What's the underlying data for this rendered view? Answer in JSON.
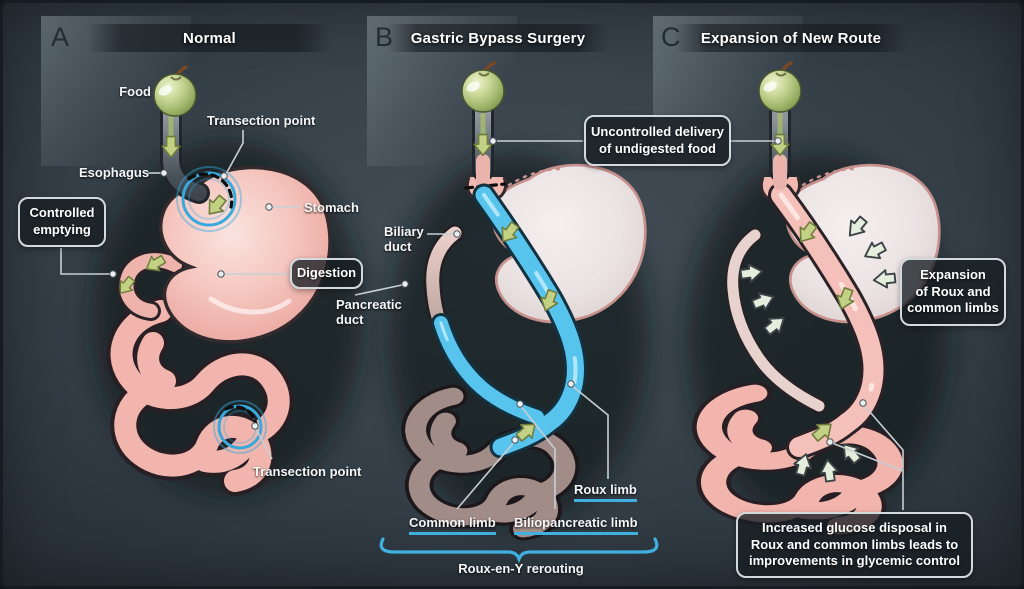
{
  "figure": {
    "panels": [
      {
        "letter": "A",
        "title": "Normal"
      },
      {
        "letter": "B",
        "title": "Gastric Bypass Surgery"
      },
      {
        "letter": "C",
        "title": "Expansion of New Route"
      }
    ],
    "panel_a": {
      "food": "Food",
      "transection_top": "Transection point",
      "esophagus": "Esophagus",
      "stomach": "Stomach",
      "controlled_emptying": [
        "Controlled",
        "emptying"
      ],
      "digestion": "Digestion",
      "transection_bottom": "Transection point"
    },
    "panel_b": {
      "uncontrolled_delivery": [
        "Uncontrolled delivery",
        "of undigested food"
      ],
      "biliary_duct": [
        "Biliary",
        "duct"
      ],
      "pancreatic_duct": [
        "Pancreatic",
        "duct"
      ],
      "roux_limb": "Roux limb",
      "common_limb": "Common limb",
      "biliopancreatic_limb": "Biliopancreatic limb",
      "roux_en_y": "Roux-en-Y rerouting"
    },
    "panel_c": {
      "expansion": [
        "Expansion",
        "of Roux and",
        "common limbs"
      ],
      "glucose": [
        "Increased glucose disposal in",
        "Roux and common limbs leads to",
        "improvements in glycemic control"
      ]
    }
  },
  "colors": {
    "background": "#39434b",
    "accent_cyan": "#3fb0e0",
    "stomach_pink": "#f2bcb5",
    "bypassed_stomach_pale": "#eae2e3",
    "roux_limb_blue": "#57c4ee",
    "food_arrow_green": "#c3d184",
    "apple_green": "#b9cd84",
    "callout_border": "#d3dadd",
    "leader_line": "#c7cfd4"
  },
  "icons": {
    "food": "apple-icon",
    "flow": "food-arrow-icon",
    "expansion": "expansion-arrow-icon",
    "transection": "transection-ring-icon",
    "grouping": "curly-brace-icon"
  }
}
